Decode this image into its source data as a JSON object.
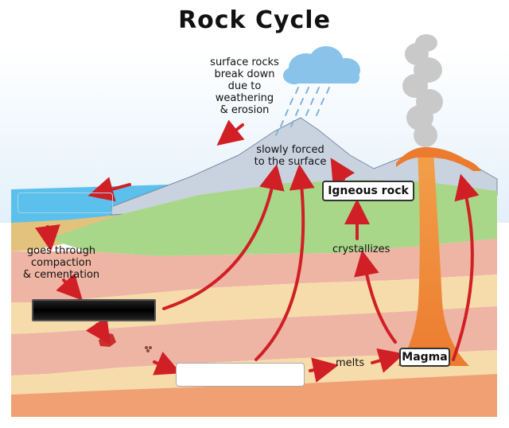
{
  "title": "Rock Cycle",
  "labels": {
    "weathering": [
      "surface rocks",
      "break down",
      "due to",
      "weathering",
      "& erosion"
    ],
    "forced_surface": [
      "slowly forced",
      "to the surface"
    ],
    "compaction": [
      "goes through",
      "compaction",
      "& cementation"
    ],
    "crystallizes": "crystallizes",
    "melts": "melts"
  },
  "boxes": {
    "igneous_rock": "Igneous rock",
    "magma": "Magma",
    "sedimentary_blank": "",
    "metamorphic_blank": "",
    "water_blank": ""
  },
  "colors": {
    "arrow": "#d01f25",
    "sky": "#eaf4fb",
    "mountain": "#c9d3e0",
    "grass": "#a9d78a",
    "layer_pink": "#eeb4a4",
    "layer_cream": "#f6dcaa",
    "layer_orange": "#f0a072",
    "magma": "#ef8a3d",
    "water": "#5bc0eb",
    "cloud": "#89c3ea",
    "smoke": "#c8c8c8"
  }
}
